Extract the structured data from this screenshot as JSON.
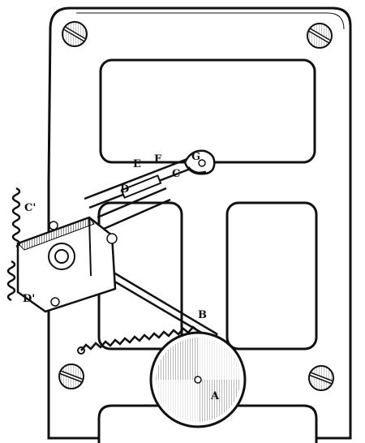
{
  "diagram": {
    "labels": {
      "A": "A",
      "B": "B",
      "C": "C",
      "C_prime": "C'",
      "D": "D",
      "D_prime": "D'",
      "E": "E",
      "F": "F",
      "G": "G"
    },
    "colors": {
      "ink": "#111111",
      "paper": "#ffffff"
    },
    "icons": [
      "screw-head-icon",
      "spring-coil-icon",
      "dial-disc-icon"
    ]
  }
}
